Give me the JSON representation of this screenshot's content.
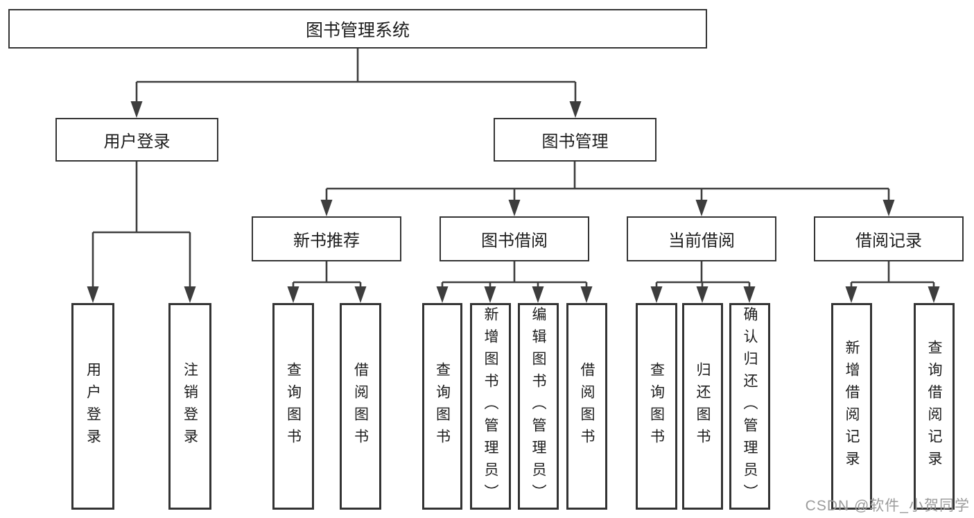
{
  "diagram": {
    "root": "图书管理系统",
    "level2": {
      "user_login": "用户登录",
      "book_management": "图书管理"
    },
    "level3": {
      "new_book_recommend": "新书推荐",
      "book_borrowing": "图书借阅",
      "current_borrowing": "当前借阅",
      "borrowing_records": "借阅记录"
    },
    "leaves": {
      "user_login": [
        "用户登录",
        "注销登录"
      ],
      "new_book_recommend": [
        "查询图书",
        "借阅图书"
      ],
      "book_borrowing": [
        "查询图书",
        "新增图书（管理员）",
        "编辑图书（管理员）",
        "借阅图书"
      ],
      "current_borrowing": [
        "查询图书",
        "归还图书",
        "确认归还（管理员）"
      ],
      "borrowing_records": [
        "新增借阅记录",
        "查询借阅记录"
      ]
    }
  },
  "watermark": "CSDN @软件_小贺同学",
  "colors": {
    "line": "#3d3d3d",
    "box_border": "#333333",
    "text": "#1c1c1c",
    "watermark": "#9b9b9b",
    "background": "#ffffff"
  }
}
